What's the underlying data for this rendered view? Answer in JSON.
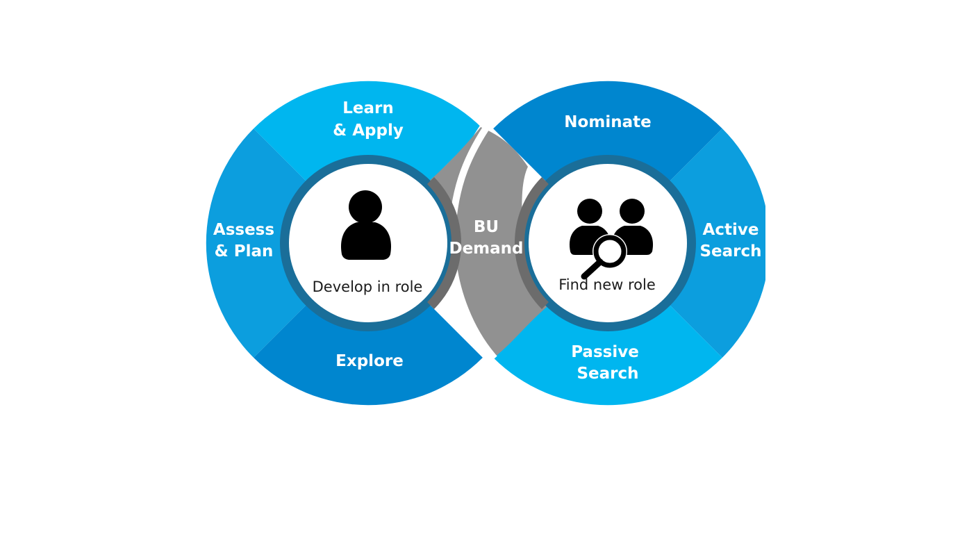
{
  "colors": {
    "light_blue": "#00b6ef",
    "mid_blue": "#0c9ede",
    "dark_blue": "#0086cf",
    "inner_ring": "#1a6e99",
    "connector_gray": "#919191",
    "gap_gray": "#6c6c6c",
    "icon_black": "#000000"
  },
  "left_cycle": {
    "center_label": "Develop in role",
    "center_icon": "person-icon",
    "segments": [
      {
        "id": "learn-apply",
        "lines": [
          "Learn",
          "& Apply"
        ]
      },
      {
        "id": "assess-plan",
        "lines": [
          "Assess",
          "& Plan"
        ]
      },
      {
        "id": "explore",
        "lines": [
          "Explore"
        ]
      }
    ]
  },
  "connector": {
    "lines": [
      "BU",
      "Demand"
    ]
  },
  "right_cycle": {
    "center_label": "Find new role",
    "center_icon": "people-search-icon",
    "segments": [
      {
        "id": "nominate",
        "lines": [
          "Nominate"
        ]
      },
      {
        "id": "active-search",
        "lines": [
          "Active",
          "Search"
        ]
      },
      {
        "id": "passive-search",
        "lines": [
          "Passive",
          "Search"
        ]
      }
    ]
  }
}
